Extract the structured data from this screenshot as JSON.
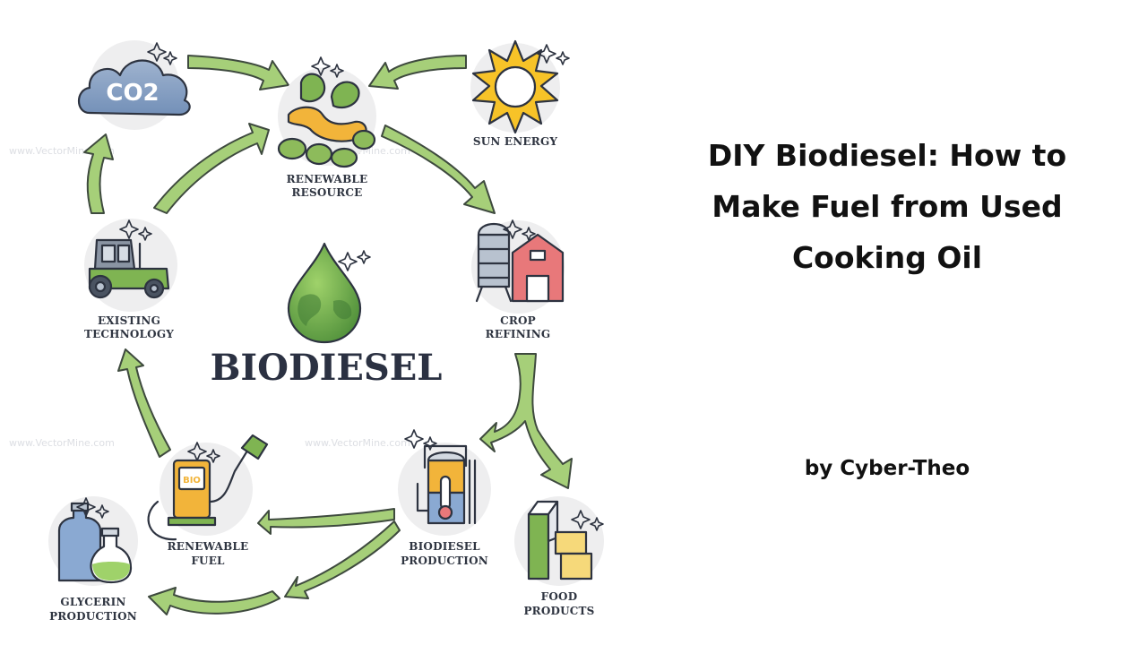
{
  "diagram": {
    "center_title": "BIODIESEL",
    "watermark": "www.VectorMine.com",
    "nodes": {
      "co2": {
        "label": "CO2"
      },
      "renewable_resource": {
        "line1": "RENEWABLE",
        "line2": "RESOURCE"
      },
      "sun_energy": {
        "line1": "SUN ENERGY"
      },
      "crop_refining": {
        "line1": "CROP",
        "line2": "REFINING"
      },
      "food_products": {
        "line1": "FOOD",
        "line2": "PRODUCTS"
      },
      "biodiesel_production": {
        "line1": "BIODIESEL",
        "line2": "PRODUCTION"
      },
      "renewable_fuel": {
        "line1": "RENEWABLE",
        "line2": "FUEL",
        "pump_text": "BIO"
      },
      "glycerin_production": {
        "line1": "GLYCERIN",
        "line2": "PRODUCTION"
      },
      "existing_technology": {
        "line1": "EXISTING",
        "line2": "TECHNOLOGY"
      }
    },
    "colors": {
      "arrow": "#a6cf79",
      "leaf": "#7fb452",
      "seed": "#f2b43a",
      "sun": "#f7c328",
      "barn": "#e8787a",
      "outline": "#2d3340"
    }
  },
  "article": {
    "title": "DIY Biodiesel: How to Make Fuel from Used Cooking Oil",
    "author": "by Cyber-Theo"
  }
}
